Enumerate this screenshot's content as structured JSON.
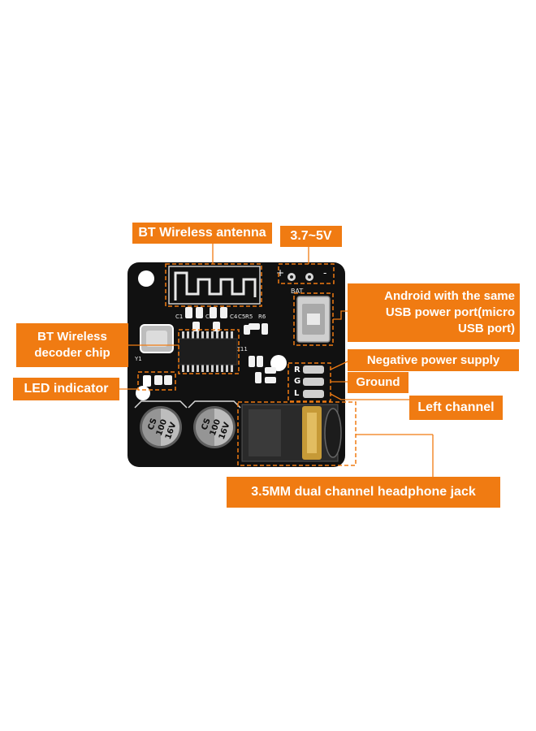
{
  "colors": {
    "accent": "#f07b12",
    "board": "#111111",
    "leader": "#f07b12"
  },
  "callouts": {
    "antenna": "BT Wireless antenna",
    "voltage": "3.7~5V",
    "usb": "Android with the same\nUSB power port(micro\nUSB port)",
    "decoder": "BT Wireless\ndecoder chip",
    "led": "LED indicator",
    "negative": "Negative power supply",
    "ground": "Ground",
    "left_channel": "Left channel",
    "jack": "3.5MM dual channel headphone jack"
  },
  "board": {
    "silk_plus": "+",
    "silk_minus": "-",
    "silk_bat": "BAT",
    "silk_r": "R",
    "silk_g": "G",
    "silk_l": "L",
    "silk_c1": "C1",
    "silk_c3": "C3",
    "silk_c4": "C4",
    "silk_c5": "C5",
    "silk_r5": "R5",
    "silk_r6": "R6",
    "silk_c11": "C11",
    "silk_y1": "Y1",
    "cap_brand": "CS",
    "cap_value": "100",
    "cap_voltage": "16V"
  }
}
